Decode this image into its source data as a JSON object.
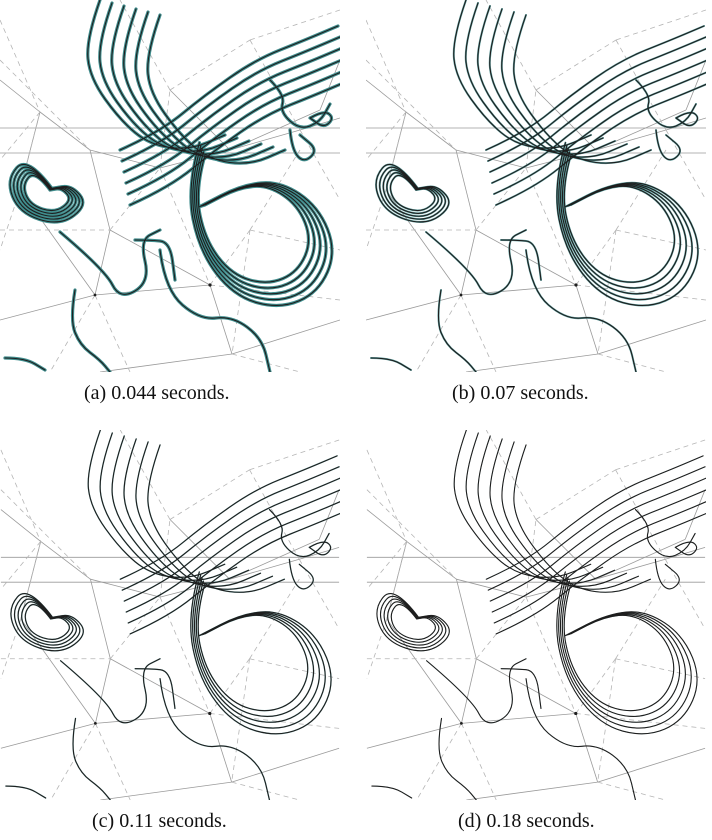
{
  "figure": {
    "panels": [
      {
        "id": "a",
        "caption": "(a)  0.044 seconds.",
        "highlight": "heavy"
      },
      {
        "id": "b",
        "caption": "(b)  0.07 seconds.",
        "highlight": "medium"
      },
      {
        "id": "c",
        "caption": "(c)  0.11 seconds.",
        "highlight": "light"
      },
      {
        "id": "d",
        "caption": "(d)  0.18 seconds.",
        "highlight": "faint"
      }
    ],
    "colors": {
      "contour": "#1e1e1e",
      "mesh_solid": "#9a9a9a",
      "mesh_dashed": "#b5b5b5",
      "highlight": "#3f8d8d"
    }
  }
}
